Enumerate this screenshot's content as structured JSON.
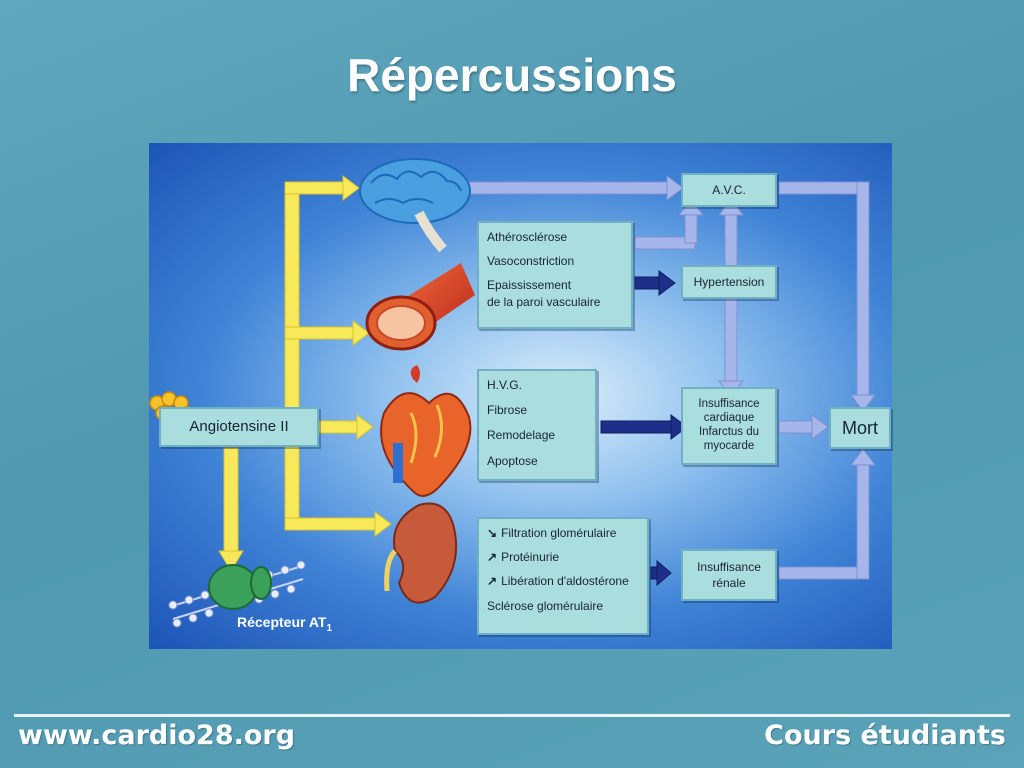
{
  "slide": {
    "title": "Répercussions"
  },
  "diagram": {
    "source_label": "Angiotensine II",
    "receptor_label": "Récepteur AT",
    "receptor_sub": "1",
    "brain_effects": {
      "label": "A.V.C."
    },
    "vessel_effects": [
      "Athérosclérose",
      "Vasoconstriction",
      "Epaississement",
      "de la paroi vasculaire"
    ],
    "hypertension": "Hypertension",
    "heart_effects": [
      "H.V.G.",
      "Fibrose",
      "Remodelage",
      "Apoptose"
    ],
    "cardiac_outcome": [
      "Insuffisance",
      "cardiaque",
      "Infarctus du",
      "myocarde"
    ],
    "kidney_effects": [
      {
        "sign": "↘",
        "text": "Filtration glomérulaire"
      },
      {
        "sign": "↗",
        "text": "Protéinurie"
      },
      {
        "sign": "↗",
        "text": "Libération d'aldostérone"
      },
      {
        "sign": "",
        "text": "Sclérose glomérulaire"
      }
    ],
    "renal_outcome": [
      "Insuffisance",
      "rénale"
    ],
    "final_outcome": "Mort",
    "icons": [
      "brain-icon",
      "artery-icon",
      "heart-icon",
      "kidney-icon",
      "molecule-icon",
      "receptor-membrane-icon"
    ]
  },
  "footer": {
    "left": "www.cardio28.org",
    "right": "Cours étudiants"
  }
}
